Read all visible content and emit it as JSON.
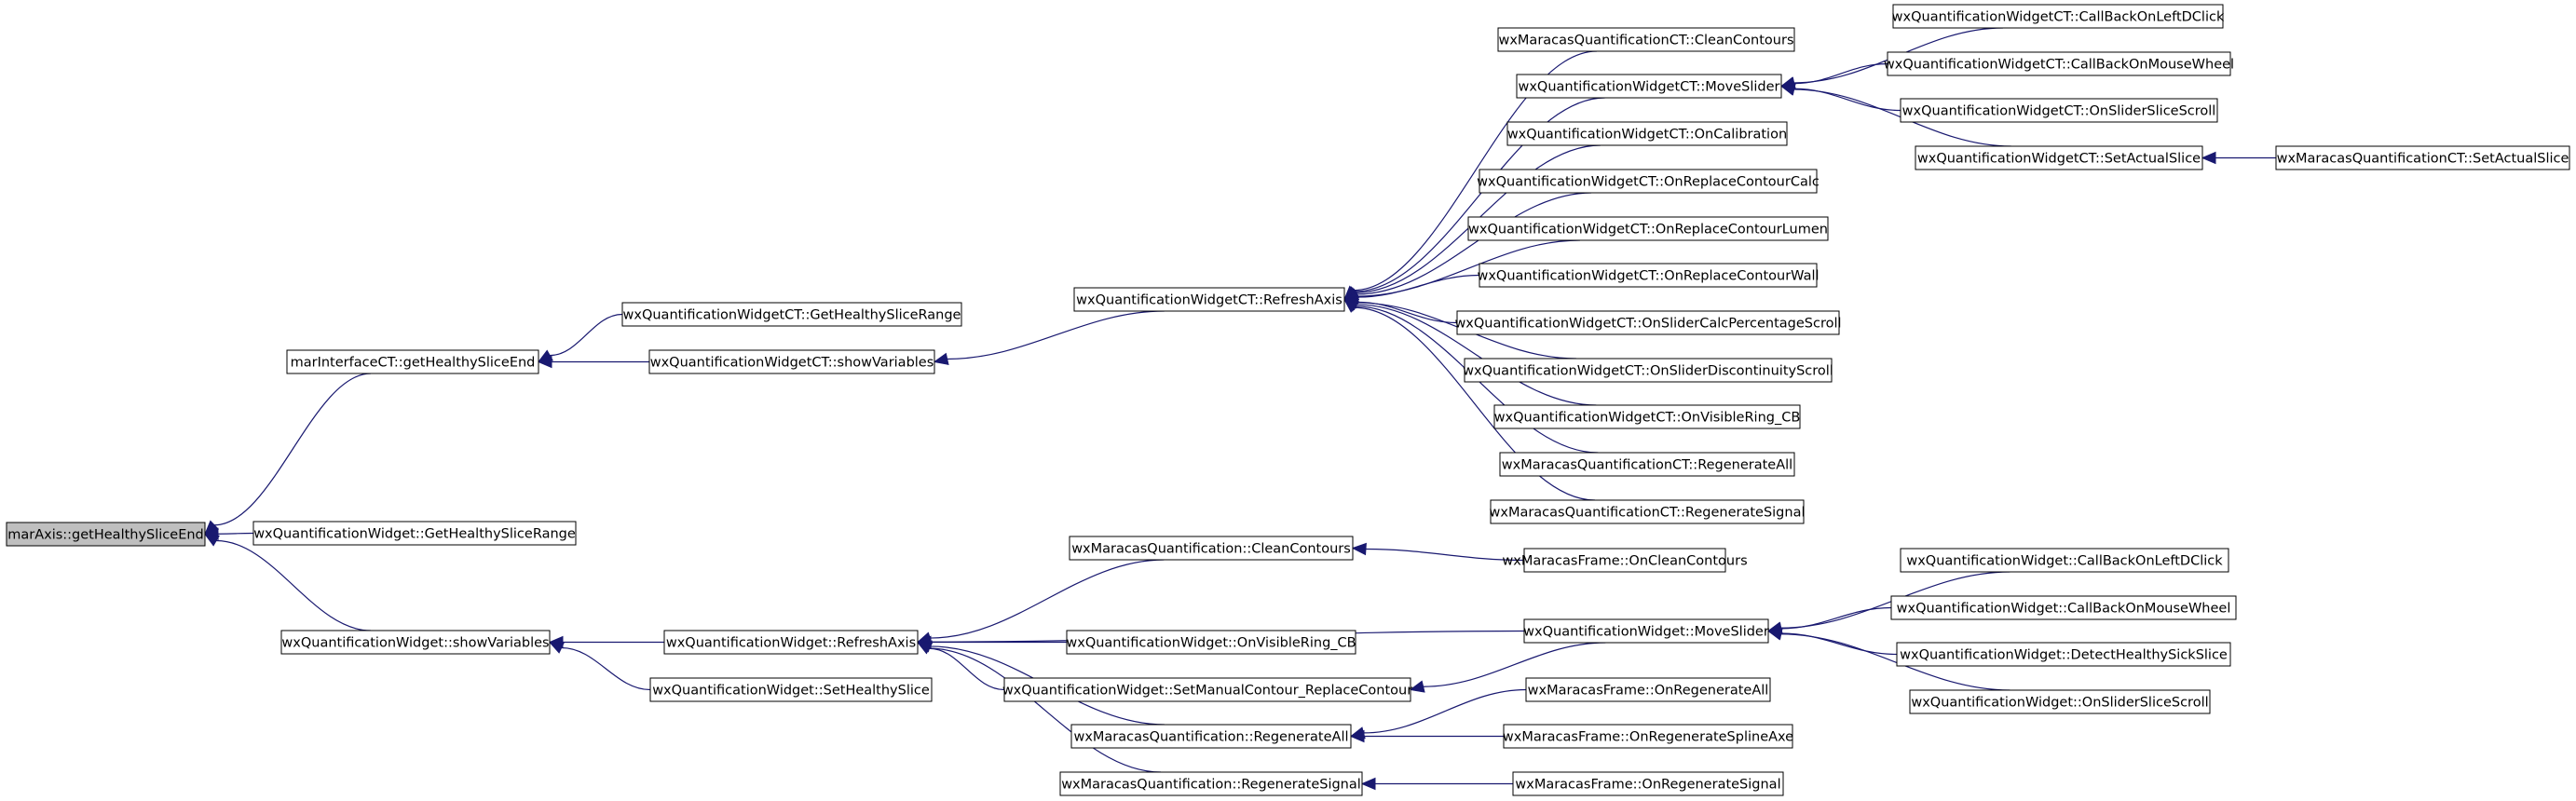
{
  "nodes": {
    "n0": {
      "label": "marAxis::getHealthySliceEnd",
      "root": true
    },
    "n1": {
      "label": "marInterfaceCT::getHealthySliceEnd"
    },
    "n2": {
      "label": "wxQuantificationWidgetCT::GetHealthySliceRange"
    },
    "n3": {
      "label": "wxQuantificationWidgetCT::showVariables"
    },
    "n4": {
      "label": "wxQuantificationWidgetCT::RefreshAxis"
    },
    "n5": {
      "label": "wxMaracasQuantificationCT::CleanContours"
    },
    "n6": {
      "label": "wxQuantificationWidgetCT::MoveSlider"
    },
    "n7": {
      "label": "wxQuantificationWidgetCT::OnCalibration"
    },
    "n8": {
      "label": "wxQuantificationWidgetCT::OnReplaceContourCalc"
    },
    "n9": {
      "label": "wxQuantificationWidgetCT::OnReplaceContourLumen"
    },
    "n10": {
      "label": "wxQuantificationWidgetCT::OnReplaceContourWall"
    },
    "n11": {
      "label": "wxQuantificationWidgetCT::OnSliderCalcPercentageScroll"
    },
    "n12": {
      "label": "wxQuantificationWidgetCT::OnSliderDiscontinuityScroll"
    },
    "n13": {
      "label": "wxQuantificationWidgetCT::OnVisibleRing_CB"
    },
    "n14": {
      "label": "wxMaracasQuantificationCT::RegenerateAll"
    },
    "n15": {
      "label": "wxMaracasQuantificationCT::RegenerateSignal"
    },
    "n16": {
      "label": "wxQuantificationWidgetCT::CallBackOnLeftDClick"
    },
    "n17": {
      "label": "wxQuantificationWidgetCT::CallBackOnMouseWheel"
    },
    "n18": {
      "label": "wxQuantificationWidgetCT::OnSliderSliceScroll"
    },
    "n19": {
      "label": "wxQuantificationWidgetCT::SetActualSlice"
    },
    "n20": {
      "label": "wxMaracasQuantificationCT::SetActualSlice"
    },
    "n21": {
      "label": "wxQuantificationWidget::GetHealthySliceRange"
    },
    "n22": {
      "label": "wxQuantificationWidget::showVariables"
    },
    "n23": {
      "label": "wxQuantificationWidget::RefreshAxis"
    },
    "n24": {
      "label": "wxQuantificationWidget::SetHealthySlice"
    },
    "n25": {
      "label": "wxMaracasQuantification::CleanContours"
    },
    "n26": {
      "label": "wxQuantificationWidget::OnVisibleRing_CB"
    },
    "n27": {
      "label": "wxQuantificationWidget::SetManualContour_ReplaceContour"
    },
    "n28": {
      "label": "wxMaracasQuantification::RegenerateAll"
    },
    "n29": {
      "label": "wxMaracasQuantification::RegenerateSignal"
    },
    "n30": {
      "label": "wxMaracasFrame::OnCleanContours"
    },
    "n31": {
      "label": "wxQuantificationWidget::MoveSlider"
    },
    "n32": {
      "label": "wxMaracasFrame::OnRegenerateAll"
    },
    "n33": {
      "label": "wxMaracasFrame::OnRegenerateSplineAxe"
    },
    "n34": {
      "label": "wxMaracasFrame::OnRegenerateSignal"
    },
    "n35": {
      "label": "wxQuantificationWidget::CallBackOnLeftDClick"
    },
    "n36": {
      "label": "wxQuantificationWidget::CallBackOnMouseWheel"
    },
    "n37": {
      "label": "wxQuantificationWidget::DetectHealthySickSlice"
    },
    "n38": {
      "label": "wxQuantificationWidget::OnSliderSliceScroll"
    }
  },
  "edges": [
    {
      "from": "n1",
      "to": "n0"
    },
    {
      "from": "n21",
      "to": "n0"
    },
    {
      "from": "n22",
      "to": "n0"
    },
    {
      "from": "n2",
      "to": "n1"
    },
    {
      "from": "n3",
      "to": "n1"
    },
    {
      "from": "n4",
      "to": "n3"
    },
    {
      "from": "n5",
      "to": "n4"
    },
    {
      "from": "n6",
      "to": "n4"
    },
    {
      "from": "n7",
      "to": "n4"
    },
    {
      "from": "n8",
      "to": "n4"
    },
    {
      "from": "n9",
      "to": "n4"
    },
    {
      "from": "n10",
      "to": "n4"
    },
    {
      "from": "n11",
      "to": "n4"
    },
    {
      "from": "n12",
      "to": "n4"
    },
    {
      "from": "n13",
      "to": "n4"
    },
    {
      "from": "n14",
      "to": "n4"
    },
    {
      "from": "n15",
      "to": "n4"
    },
    {
      "from": "n16",
      "to": "n6"
    },
    {
      "from": "n17",
      "to": "n6"
    },
    {
      "from": "n18",
      "to": "n6"
    },
    {
      "from": "n19",
      "to": "n6"
    },
    {
      "from": "n20",
      "to": "n19"
    },
    {
      "from": "n23",
      "to": "n22"
    },
    {
      "from": "n24",
      "to": "n22"
    },
    {
      "from": "n25",
      "to": "n23"
    },
    {
      "from": "n31",
      "to": "n23"
    },
    {
      "from": "n26",
      "to": "n23"
    },
    {
      "from": "n27",
      "to": "n23"
    },
    {
      "from": "n28",
      "to": "n23"
    },
    {
      "from": "n29",
      "to": "n23"
    },
    {
      "from": "n30",
      "to": "n25"
    },
    {
      "from": "n31",
      "to": "n27"
    },
    {
      "from": "n32",
      "to": "n28"
    },
    {
      "from": "n33",
      "to": "n28"
    },
    {
      "from": "n34",
      "to": "n29"
    },
    {
      "from": "n35",
      "to": "n31"
    },
    {
      "from": "n36",
      "to": "n31"
    },
    {
      "from": "n37",
      "to": "n31"
    },
    {
      "from": "n38",
      "to": "n31"
    }
  ],
  "colors": {
    "edge": "#191970",
    "node_border": "#000000",
    "node_fill": "#ffffff",
    "root_fill": "#bfbfbf",
    "text": "#000000"
  }
}
